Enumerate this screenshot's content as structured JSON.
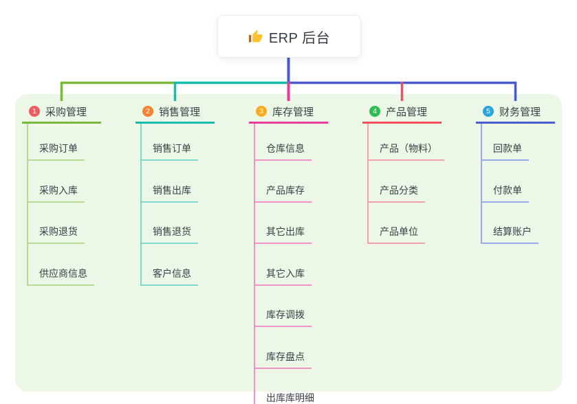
{
  "root": {
    "title": "ERP 后台",
    "icon": "thumbs-up"
  },
  "colors": {
    "panel_bg": "#ecf7e7",
    "trunk": "#4a5ad0",
    "root_text": "#333a45",
    "item_text": "#3b4048",
    "thumb_hand": "#fbc330",
    "thumb_cuff": "#ad6b2e"
  },
  "branches": [
    {
      "num": "1",
      "title": "采购管理",
      "badge_color": "#f15b60",
      "line_color": "#7ab83a",
      "sub_line_color": "#b8dc93",
      "items": [
        "采购订单",
        "采购入库",
        "采购退货",
        "供应商信息"
      ]
    },
    {
      "num": "2",
      "title": "销售管理",
      "badge_color": "#f5832f",
      "line_color": "#14bcab",
      "sub_line_color": "#82d8cd",
      "items": [
        "销售订单",
        "销售出库",
        "销售退货",
        "客户信息"
      ]
    },
    {
      "num": "3",
      "title": "库存管理",
      "badge_color": "#f8ab1f",
      "line_color": "#ea3d9b",
      "sub_line_color": "#f191c7",
      "items": [
        "仓库信息",
        "产品库存",
        "其它出库",
        "其它入库",
        "库存调拨",
        "库存盘点",
        "出库库明细"
      ]
    },
    {
      "num": "4",
      "title": "产品管理",
      "badge_color": "#2dbd52",
      "line_color": "#f14f60",
      "sub_line_color": "#f7a2ab",
      "items": [
        "产品（物料）",
        "产品分类",
        "产品单位"
      ]
    },
    {
      "num": "5",
      "title": "财务管理",
      "badge_color": "#2aa5df",
      "line_color": "#4a5ad0",
      "sub_line_color": "#97a9e6",
      "items": [
        "回款单",
        "付款单",
        "结算账户"
      ]
    }
  ]
}
